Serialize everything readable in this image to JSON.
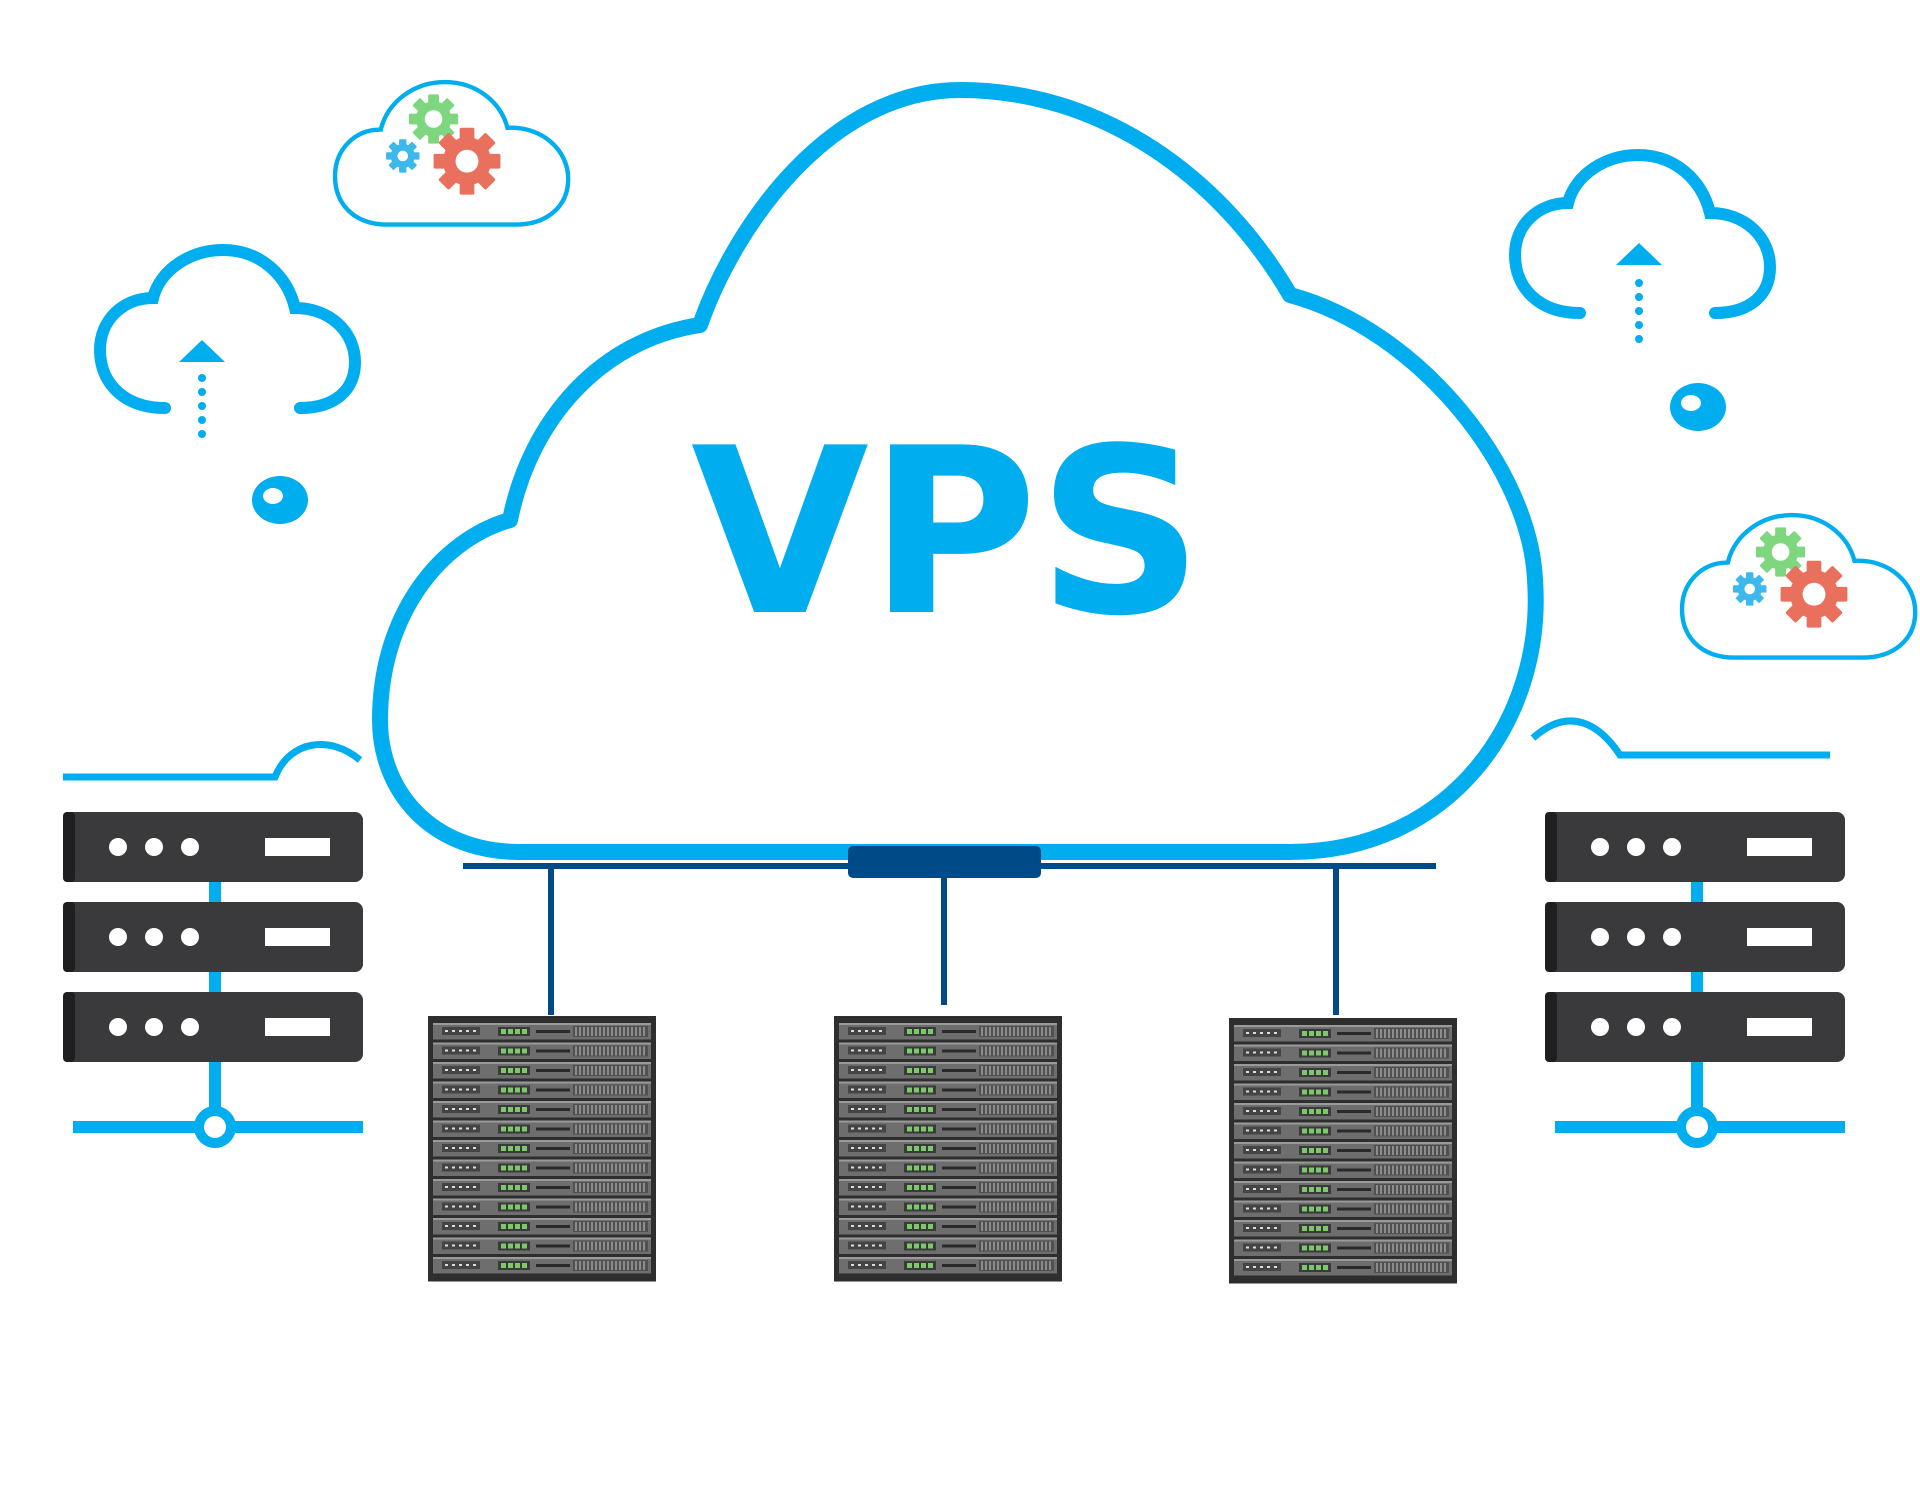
{
  "main_cloud": {
    "label": "VPS"
  },
  "colors": {
    "cloud_outline": "#00AEEF",
    "label": "#00AEEF",
    "bus": "#004A87",
    "hub": "#004A87",
    "server_body": "#3A3A3C",
    "server_edge": "#1F1F21",
    "gear_green": "#7ED67E",
    "gear_blue": "#3DB8EC",
    "gear_red": "#E8705C",
    "rack_body": "#6E6E6E",
    "rack_led": "#7CC86A"
  },
  "icons": {
    "upload_clouds": [
      "cloud-upload-icon",
      "cloud-upload-icon"
    ],
    "gear_clouds": [
      "cloud-gears-icon",
      "cloud-gears-icon"
    ],
    "server_stacks": [
      "server-stack-icon",
      "server-stack-icon"
    ],
    "racks": [
      "server-rack-icon",
      "server-rack-icon",
      "server-rack-icon"
    ]
  },
  "server_stack_units": 3,
  "rack_units": 13
}
